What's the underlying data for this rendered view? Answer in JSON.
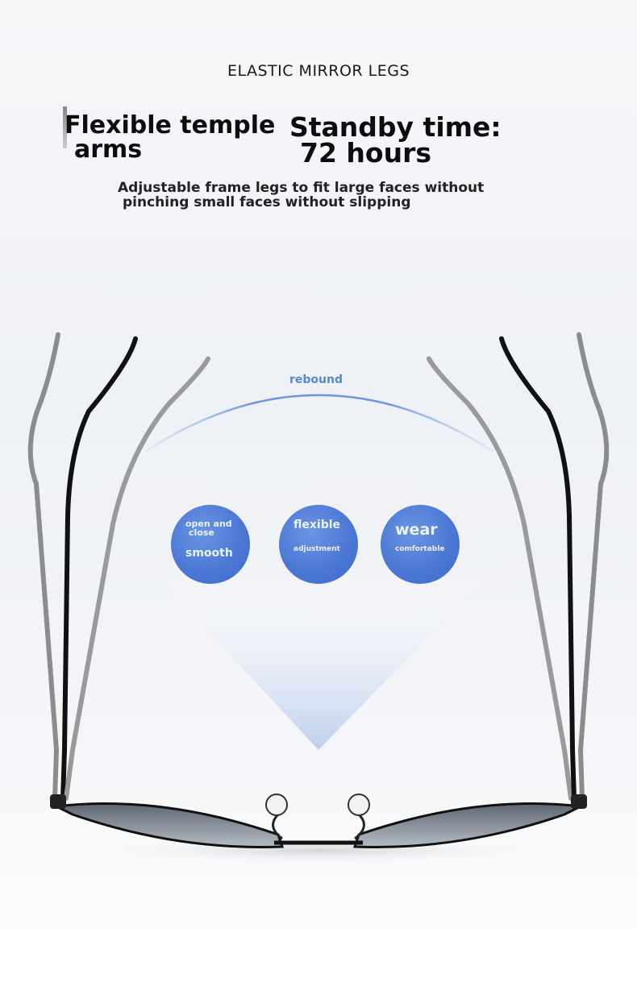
{
  "header": {
    "eyebrow": "ELASTIC MIRROR LEGS",
    "headline_left": [
      "Flexible temple",
      "arms"
    ],
    "headline_right": [
      "Standby time:",
      "72 hours"
    ],
    "subtitle": [
      "Adjustable frame legs to fit large faces without",
      "pinching small faces without slipping"
    ]
  },
  "diagram": {
    "arc_label": "rebound",
    "features": [
      {
        "top": "open and",
        "top2": "close",
        "bottom": "smooth"
      },
      {
        "top": "flexible",
        "bottom": "adjustment"
      },
      {
        "top": "wear",
        "bottom": "comfortable"
      }
    ]
  },
  "colors": {
    "accent_blue": "#4a76d4",
    "arc_blue": "#5a86d6",
    "frame_black": "#111111",
    "temple_gray": "#8c8c8c"
  }
}
